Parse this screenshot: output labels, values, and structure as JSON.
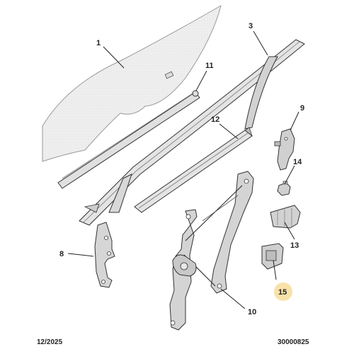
{
  "callouts": {
    "c1": "1",
    "c3": "3",
    "c8": "8",
    "c9": "9",
    "c10": "10",
    "c11": "11",
    "c12": "12",
    "c13": "13",
    "c14": "14",
    "c15": "15"
  },
  "highlight": {
    "callout": "15",
    "color": "#f8e2a8"
  },
  "colors": {
    "line": "#333333",
    "part_fill": "#e4e4e4",
    "glass_fill": "#eeeeee"
  },
  "footer": {
    "date": "12/2025",
    "reference": "30000825"
  }
}
